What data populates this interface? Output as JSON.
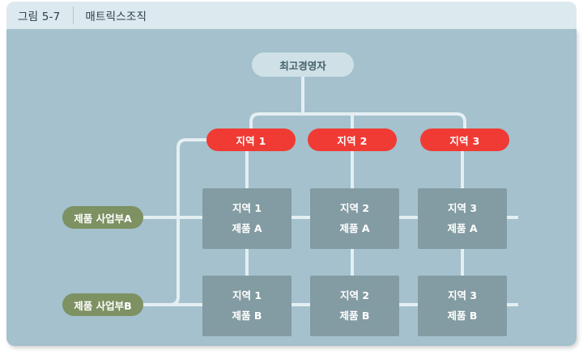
{
  "header": {
    "figure_number": "그림 5-7",
    "title": "매트릭스조직"
  },
  "colors": {
    "header_bg": "#dce9ef",
    "panel_bg": "#a4c1cd",
    "connector": "#e4eff2",
    "ceo_node": "#cfe1e6",
    "region_node": "#ef3b34",
    "product_node": "#7d9163",
    "cell_node": "#839ba2",
    "header_text": "#2c3e45",
    "node_text_light": "#ffffff",
    "ceo_text": "#44606b"
  },
  "diagram": {
    "ceo": {
      "label": "최고경영자"
    },
    "regions": [
      {
        "label": "지역 1"
      },
      {
        "label": "지역 2"
      },
      {
        "label": "지역 3"
      }
    ],
    "products": [
      {
        "label": "제품 사업부A"
      },
      {
        "label": "제품 사업부B"
      }
    ],
    "cells": [
      {
        "line1": "지역 1",
        "line2": "제품 A"
      },
      {
        "line1": "지역 2",
        "line2": "제품 A"
      },
      {
        "line1": "지역 3",
        "line2": "제품 A"
      },
      {
        "line1": "지역 1",
        "line2": "제품 B"
      },
      {
        "line1": "지역 2",
        "line2": "제품 B"
      },
      {
        "line1": "지역 3",
        "line2": "제품 B"
      }
    ]
  }
}
